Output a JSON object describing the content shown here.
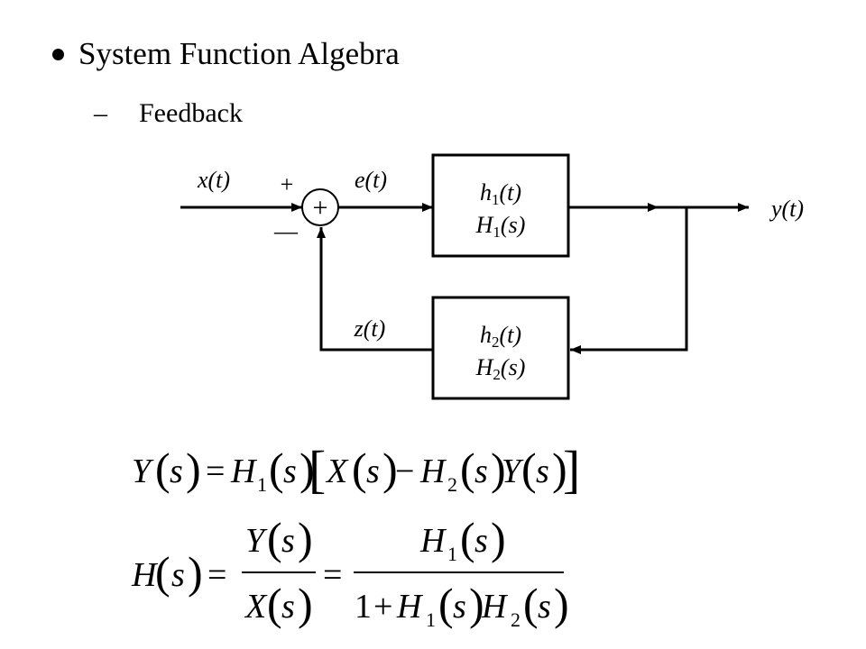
{
  "slide": {
    "title": "System Function Algebra",
    "subtitle": "Feedback",
    "subtitle_marker": "–"
  },
  "diagram": {
    "signals": {
      "input": "x(t)",
      "error": "e(t)",
      "output": "y(t)",
      "feedback": "z(t)"
    },
    "summing_junction": {
      "symbol": "+",
      "plus_sign": "+",
      "minus_sign": "—"
    },
    "block1": {
      "impulse_response": "h1(t)",
      "system_function": "H1(s)"
    },
    "block2": {
      "impulse_response": "h2(t)",
      "system_function": "H2(s)"
    }
  },
  "equations": {
    "eq1": "Y(s) = H1(s)[X(s) − H2(s)Y(s)]",
    "eq2": "H(s) = Y(s)/X(s) = H1(s)/(1 + H1(s)H2(s))"
  }
}
